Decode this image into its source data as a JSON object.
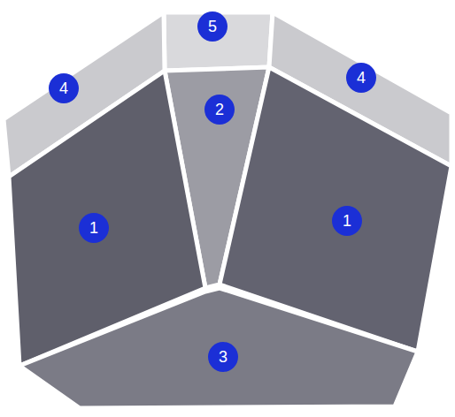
{
  "diagram": {
    "labels": [
      "5",
      "4",
      "4",
      "2",
      "1",
      "1",
      "3"
    ]
  }
}
